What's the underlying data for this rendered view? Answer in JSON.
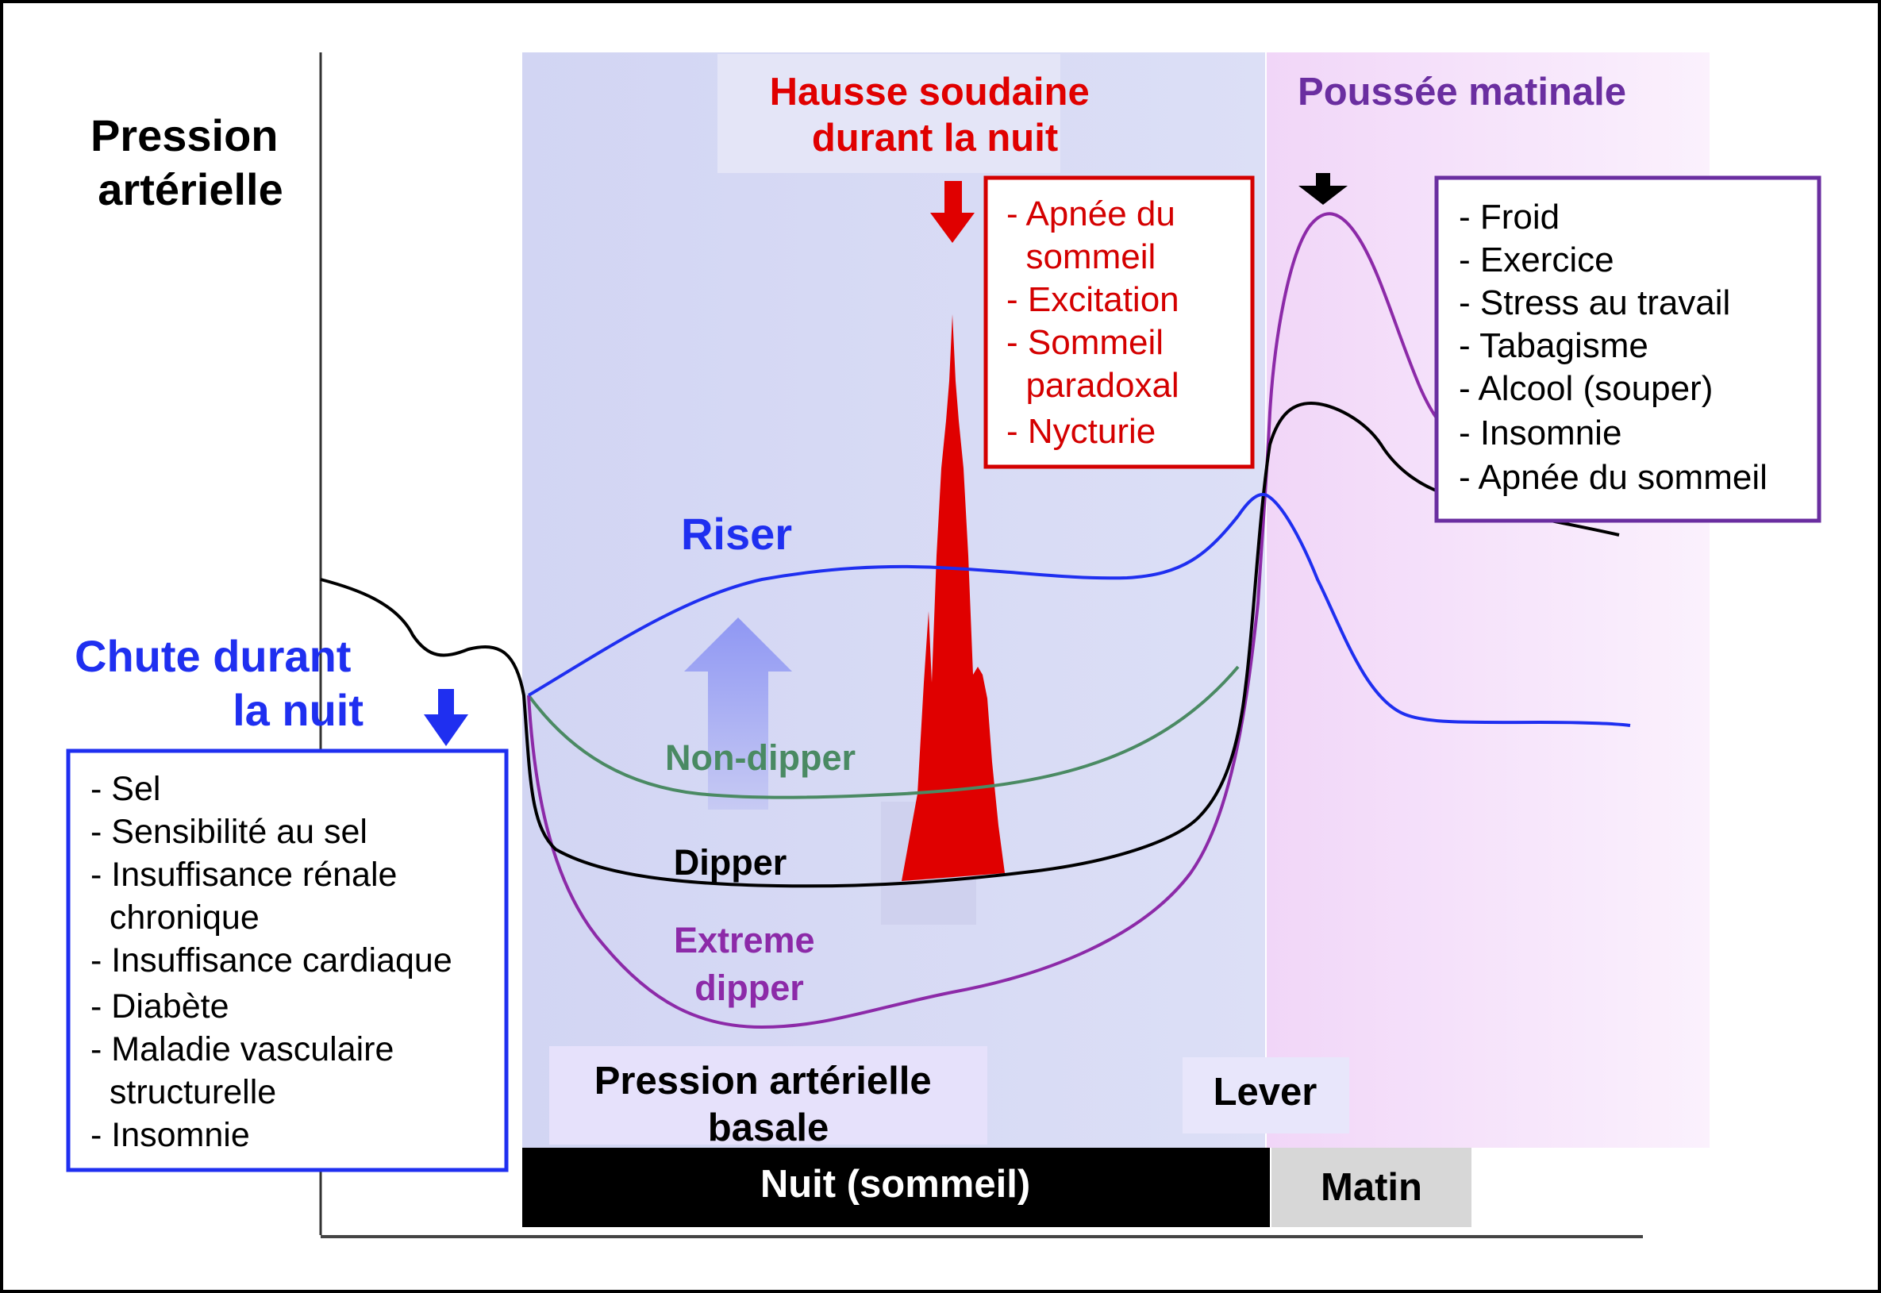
{
  "y_axis_label": [
    "Pression",
    "artérielle"
  ],
  "night_drop": {
    "title": [
      "Chute durant",
      "la nuit"
    ],
    "items": [
      "- Sel",
      "- Sensibilité au sel",
      "- Insuffisance rénale",
      "  chronique",
      "- Insuffisance cardiaque",
      "- Diabète",
      "- Maladie vasculaire",
      "  structurelle",
      "- Insomnie"
    ]
  },
  "night_surge": {
    "title": [
      "Hausse soudaine",
      "durant la nuit"
    ],
    "items": [
      "- Apnée du",
      "  sommeil",
      "- Excitation",
      "- Sommeil",
      "  paradoxal",
      "- Nycturie"
    ]
  },
  "morning_surge": {
    "title": "Poussée matinale",
    "items": [
      "- Froid",
      "- Exercice",
      "- Stress au travail",
      "- Tabagisme",
      "- Alcool (souper)",
      "- Insomnie",
      "- Apnée du sommeil"
    ]
  },
  "curves": {
    "riser": "Riser",
    "non_dipper": "Non-dipper",
    "dipper": "Dipper",
    "extreme_dipper": [
      "Extreme",
      "dipper"
    ]
  },
  "baseline_label": [
    "Pression artérielle",
    "basale"
  ],
  "wake_label": "Lever",
  "timebar": {
    "night": "Nuit (sommeil)",
    "morning": "Matin"
  },
  "colors": {
    "blue": "#1f2ff0",
    "red": "#e00000",
    "purple": "#6a2ea0",
    "green": "#4a8a63",
    "night_band": "#d9dcf4",
    "morning_band": "#f7e6fb"
  }
}
